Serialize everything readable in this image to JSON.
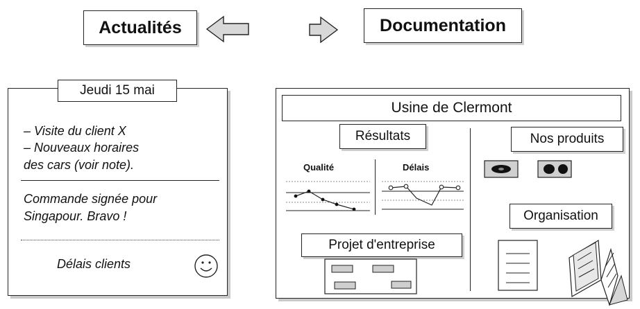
{
  "header": {
    "news_title": "Actualités",
    "docs_title": "Documentation"
  },
  "news_panel": {
    "date": "Jeudi 15 mai",
    "item_1": "– Visite du client X",
    "item_2_line_1": "– Nouveaux horaires",
    "item_2_line_2": "des cars (voir note).",
    "note_line_1": "Commande signée pour",
    "note_line_2": "Singapour. Bravo !",
    "footer": "Délais clients",
    "footer_icon": "smiley-icon"
  },
  "docs_panel": {
    "site_title": "Usine de Clermont",
    "results": {
      "title": "Résultats",
      "chart_quality_label": "Qualité",
      "chart_delays_label": "Délais"
    },
    "project": {
      "title": "Projet d'entreprise"
    },
    "products": {
      "title": "Nos produits"
    },
    "organisation": {
      "title": "Organisation"
    }
  },
  "colors": {
    "ink": "#111111",
    "shadow": "#c9c9c9",
    "arrow_fill": "#d8d8d8"
  }
}
